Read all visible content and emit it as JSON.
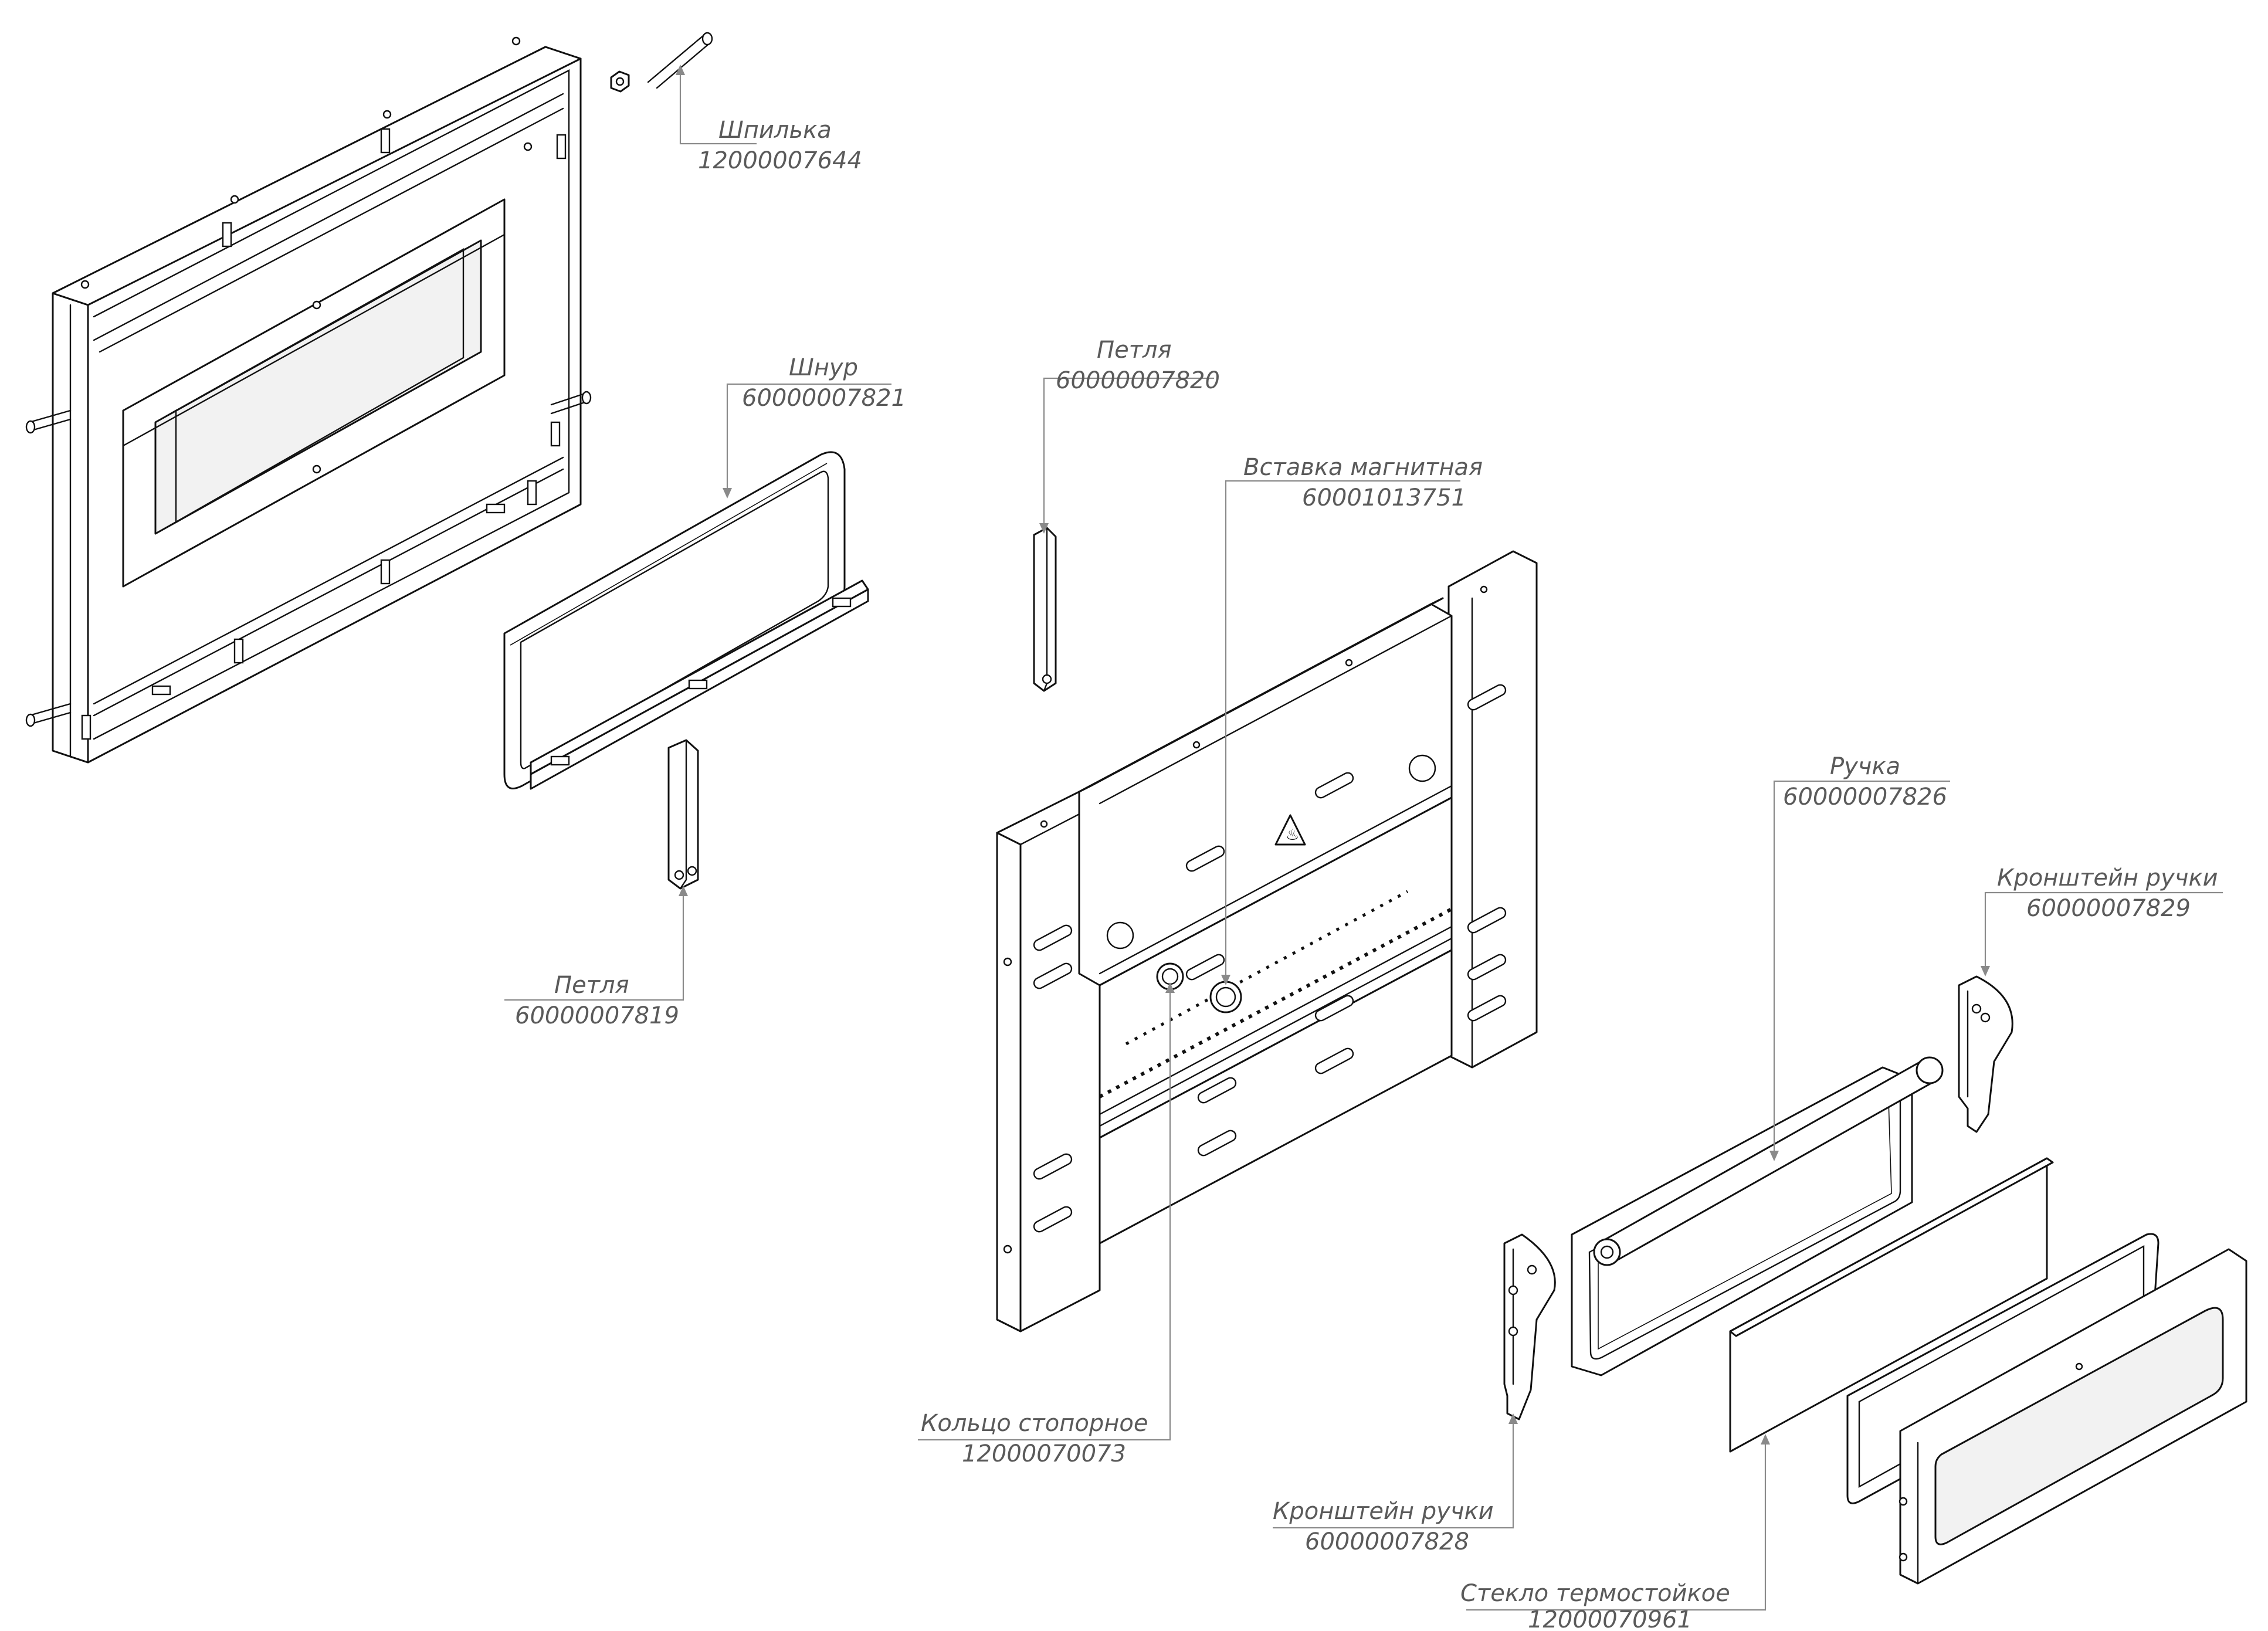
{
  "callouts": [
    {
      "name": "Шпилька",
      "code": "12000007644"
    },
    {
      "name": "Шнур",
      "code": "60000007821"
    },
    {
      "name": "Петля",
      "code": "60000007820"
    },
    {
      "name": "Вставка магнитная",
      "code": "60001013751"
    },
    {
      "name": "Петля",
      "code": "60000007819"
    },
    {
      "name": "Ручка",
      "code": "60000007826"
    },
    {
      "name": "Кронштейн ручки",
      "code": "60000007829"
    },
    {
      "name": "Кольцо стопорное",
      "code": "12000070073"
    },
    {
      "name": "Кронштейн ручки",
      "code": "60000007828"
    },
    {
      "name": "Стекло термостойкое",
      "code": "12000070961"
    }
  ],
  "warning_symbol": "hot-surface-warning-icon"
}
